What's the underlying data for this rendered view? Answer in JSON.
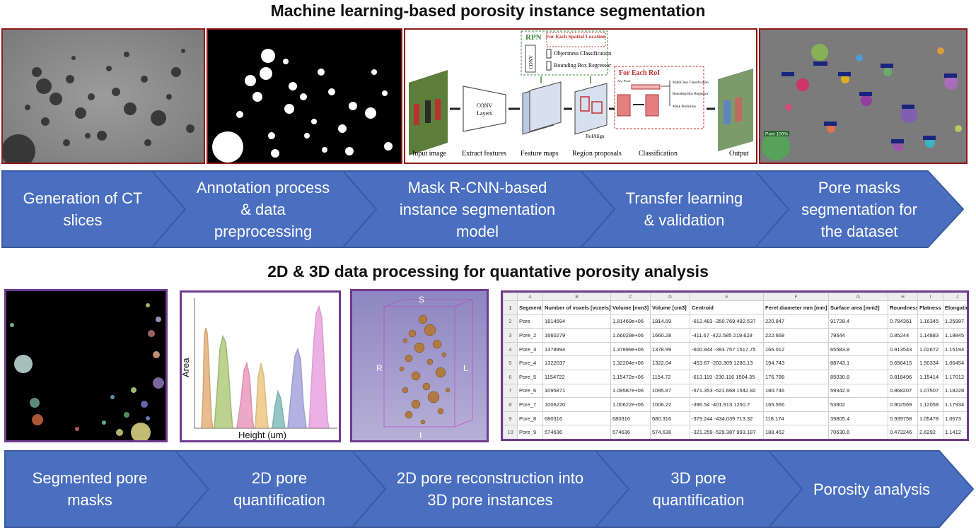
{
  "titles": {
    "top": "Machine learning-based porosity instance segmentation",
    "bottom": "2D & 3D data processing for quantative porosity analysis"
  },
  "colors": {
    "arrow_fill": "#4a6fc0",
    "arrow_stroke": "#3b5aa0",
    "top_frame": "#8b1a1a",
    "bottom_frame": "#6f3b8f"
  },
  "top_steps": [
    {
      "label": "Generation of CT slices"
    },
    {
      "label": "Annotation process & data preprocessing"
    },
    {
      "label": "Mask R-CNN-based instance segmentation model"
    },
    {
      "label": "Transfer learning & validation"
    },
    {
      "label": "Pore masks segmentation for the dataset"
    }
  ],
  "bottom_steps": [
    {
      "label": "Segmented pore masks"
    },
    {
      "label": "2D pore quantification"
    },
    {
      "label": "2D pore reconstruction into 3D pore instances"
    },
    {
      "label": "3D pore quantification"
    },
    {
      "label": "Porosity analysis"
    }
  ],
  "mask_rcnn": {
    "rpn": "RPN",
    "conv": "CONV",
    "each_spatial": "For Each Spatial Location",
    "objectness": "Objectness Classification",
    "bbox_reg": "Bounding Box Regressor",
    "each_roi": "For Each RoI",
    "roi_small_1": "Any Pixel",
    "multiclass": "MultiClass Classification",
    "bbox_reg2": "Bounding Box Regressor",
    "mask_pred": "Mask Prediction",
    "conv_layers": "CONV Layers",
    "roialign": "RoIAlign",
    "labels": [
      "Input image",
      "Extract features",
      "Feature maps",
      "Region proposals",
      "Classification",
      "Output"
    ]
  },
  "pore_label": "Pore 100%",
  "histogram": {
    "ylabel": "Area",
    "xlabel": "Height (um)"
  },
  "volume_labels": {
    "s": "S",
    "r": "R",
    "l": "L",
    "i": "I"
  },
  "table": {
    "col_letters": [
      "",
      "A",
      "B",
      "C",
      "D",
      "E",
      "F",
      "G",
      "H",
      "I",
      "J"
    ],
    "header": [
      "1",
      "Segment",
      "Number of voxels [voxels]",
      "Volume [mm3]",
      "Volume [cm3]",
      "Centroid",
      "Feret diameter mm [mm]",
      "Surface area [mm2]",
      "Roundness",
      "Flatness",
      "Elongation"
    ],
    "rows": [
      [
        "2",
        "Pore",
        "1814694",
        "1.81469e+06",
        "1814.69",
        "-612.483 -350.769 492.537",
        "220.847",
        "91728.4",
        "0.784361",
        "1.16345",
        "1.25997"
      ],
      [
        "3",
        "Pore_2",
        "1660279",
        "1.66028e+06",
        "1660.28",
        "-411.67 -422.585 219.628",
        "222.668",
        "79544",
        "0.85244",
        "1.14883",
        "1.19845"
      ],
      [
        "4",
        "Pore_3",
        "1378994",
        "1.37899e+06",
        "1378.99",
        "-600.944 -393.757 1517.75",
        "166.012",
        "65583.8",
        "0.913543",
        "1.02672",
        "1.15194"
      ],
      [
        "5",
        "Pore_4",
        "1322037",
        "1.32204e+06",
        "1322.04",
        "-453.67 -203.309 1280.13",
        "194.743",
        "88743.1",
        "0.656415",
        "1.50334",
        "1.06454"
      ],
      [
        "6",
        "Pore_5",
        "1154722",
        "1.15472e+06",
        "1154.72",
        "-613.119 -230.116 1504.35",
        "176.788",
        "85030.8",
        "0.818496",
        "1.15414",
        "1.17012"
      ],
      [
        "7",
        "Pore_6",
        "1095871",
        "1.09587e+06",
        "1095.87",
        "-571.353 -521.668 1542.92",
        "180.746",
        "59342.9",
        "0.868207",
        "1.07507",
        "1.18228"
      ],
      [
        "8",
        "Pore_7",
        "1006220",
        "1.00622e+06",
        "1006.22",
        "-396.54 -401.913 1250.7",
        "165.566",
        "53802",
        "0.902569",
        "1.12058",
        "1.17934"
      ],
      [
        "9",
        "Pore_8",
        "680316",
        "680316",
        "680.316",
        "-379.244 -434.039 713.32",
        "118.174",
        "39805.4",
        "0.939758",
        "1.05478",
        "1.0673"
      ],
      [
        "10",
        "Pore_9",
        "574636",
        "574636",
        "574.636",
        "-321.259 -529.387 993.187",
        "188.462",
        "70630.6",
        "0.473246",
        "2.6292",
        "1.1412"
      ]
    ]
  }
}
